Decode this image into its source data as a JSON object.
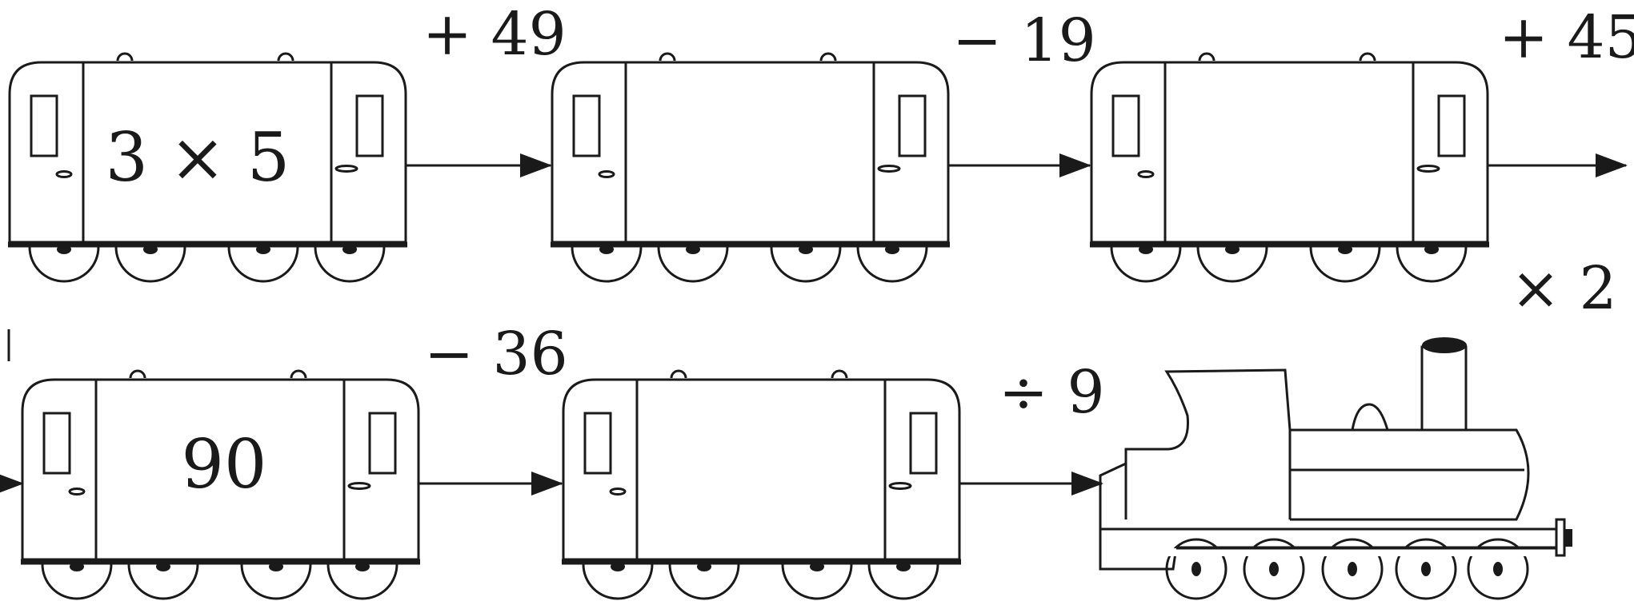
{
  "operations": [
    {
      "id": "op1",
      "label": "+ 49"
    },
    {
      "id": "op2",
      "label": "− 19"
    },
    {
      "id": "op3",
      "label": "+ 45"
    },
    {
      "id": "op4",
      "label": "× 2"
    },
    {
      "id": "op5",
      "label": "− 36"
    },
    {
      "id": "op6",
      "label": "÷ 9"
    }
  ],
  "cars": [
    {
      "id": "car1",
      "content": "3 × 5"
    },
    {
      "id": "car2",
      "content": ""
    },
    {
      "id": "car3",
      "content": ""
    },
    {
      "id": "car4",
      "content": "90"
    },
    {
      "id": "car5",
      "content": ""
    }
  ],
  "colors": {
    "ink": "#1a1a1a",
    "background": "#ffffff"
  }
}
